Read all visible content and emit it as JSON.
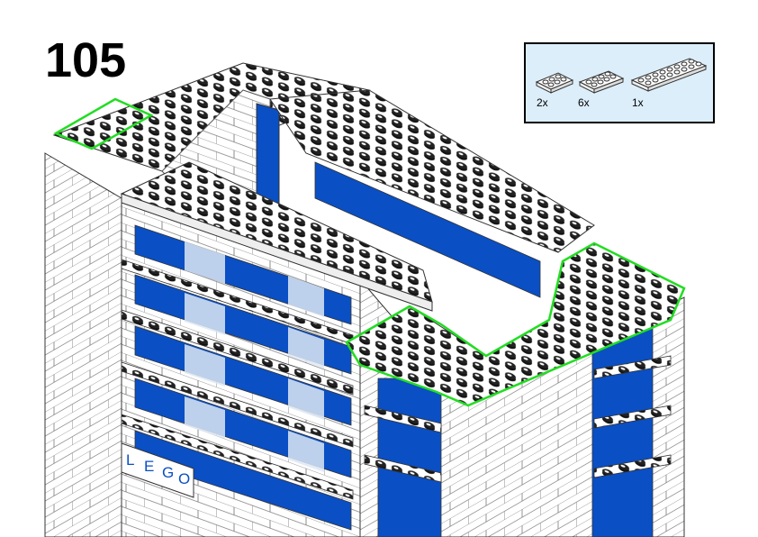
{
  "step_number": "105",
  "parts_list": [
    {
      "part": "plate-2x3",
      "quantity": "2x"
    },
    {
      "part": "plate-2x4",
      "quantity": "6x"
    },
    {
      "part": "plate-2x8",
      "quantity": "1x"
    }
  ],
  "model": {
    "sign_letters": [
      "L",
      "E",
      "G",
      "O"
    ],
    "colors": {
      "window": "#0a4fc4",
      "highlight": "#22dd22",
      "parts_bg": "#dceefa",
      "glass": "#dde8f5"
    }
  }
}
